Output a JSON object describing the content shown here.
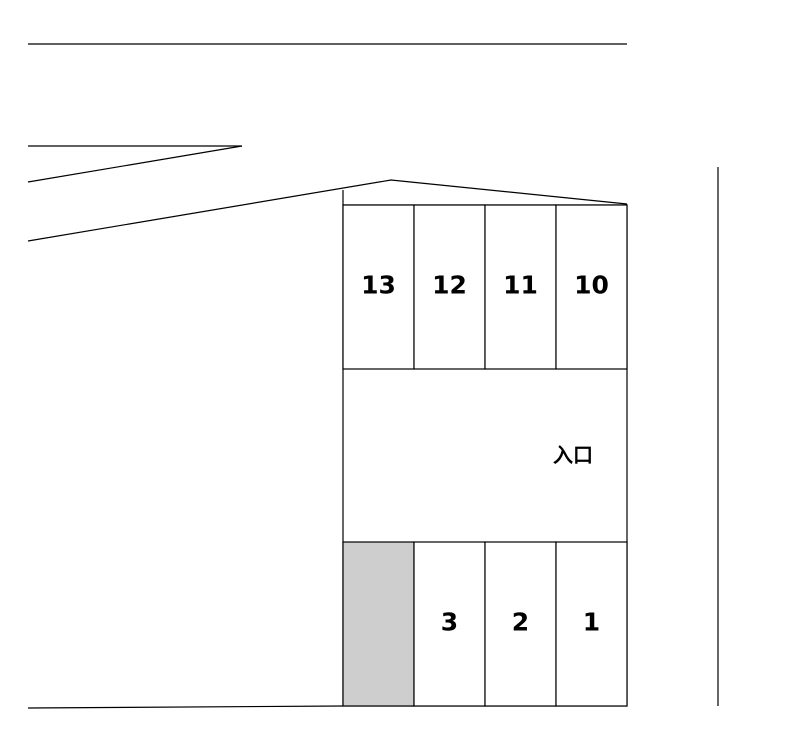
{
  "top_row": [
    {
      "label": "13"
    },
    {
      "label": "12"
    },
    {
      "label": "11"
    },
    {
      "label": "10"
    }
  ],
  "bottom_row": [
    {
      "label": "",
      "occupied": true
    },
    {
      "label": "3"
    },
    {
      "label": "2"
    },
    {
      "label": "1"
    }
  ],
  "entrance_label": "入口",
  "colors": {
    "occupied_fill": "#cfcecf",
    "line": "#000000"
  }
}
